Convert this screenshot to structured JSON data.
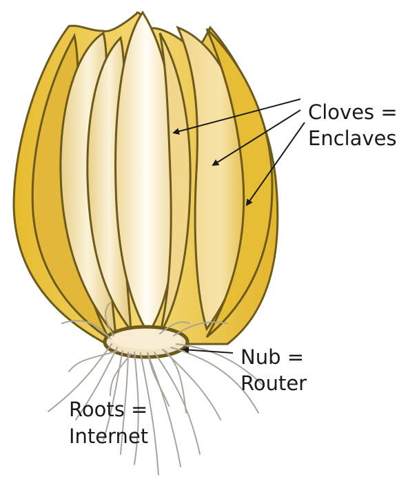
{
  "labels": {
    "cloves": "Cloves =",
    "enclaves": "Enclaves",
    "nub": "Nub =",
    "router": "Router",
    "roots": "Roots =",
    "internet": "Internet"
  },
  "colors": {
    "outer_skin": "#e9c441",
    "outer_skin_dark": "#c99a1f",
    "clove_light": "#f3e2b8",
    "clove_pale": "#fbf3dc",
    "outline": "#6b5a1c",
    "nub_fill": "#f4e3c3",
    "root_stroke": "#a9a49c",
    "arrow": "#1a1a1a"
  }
}
